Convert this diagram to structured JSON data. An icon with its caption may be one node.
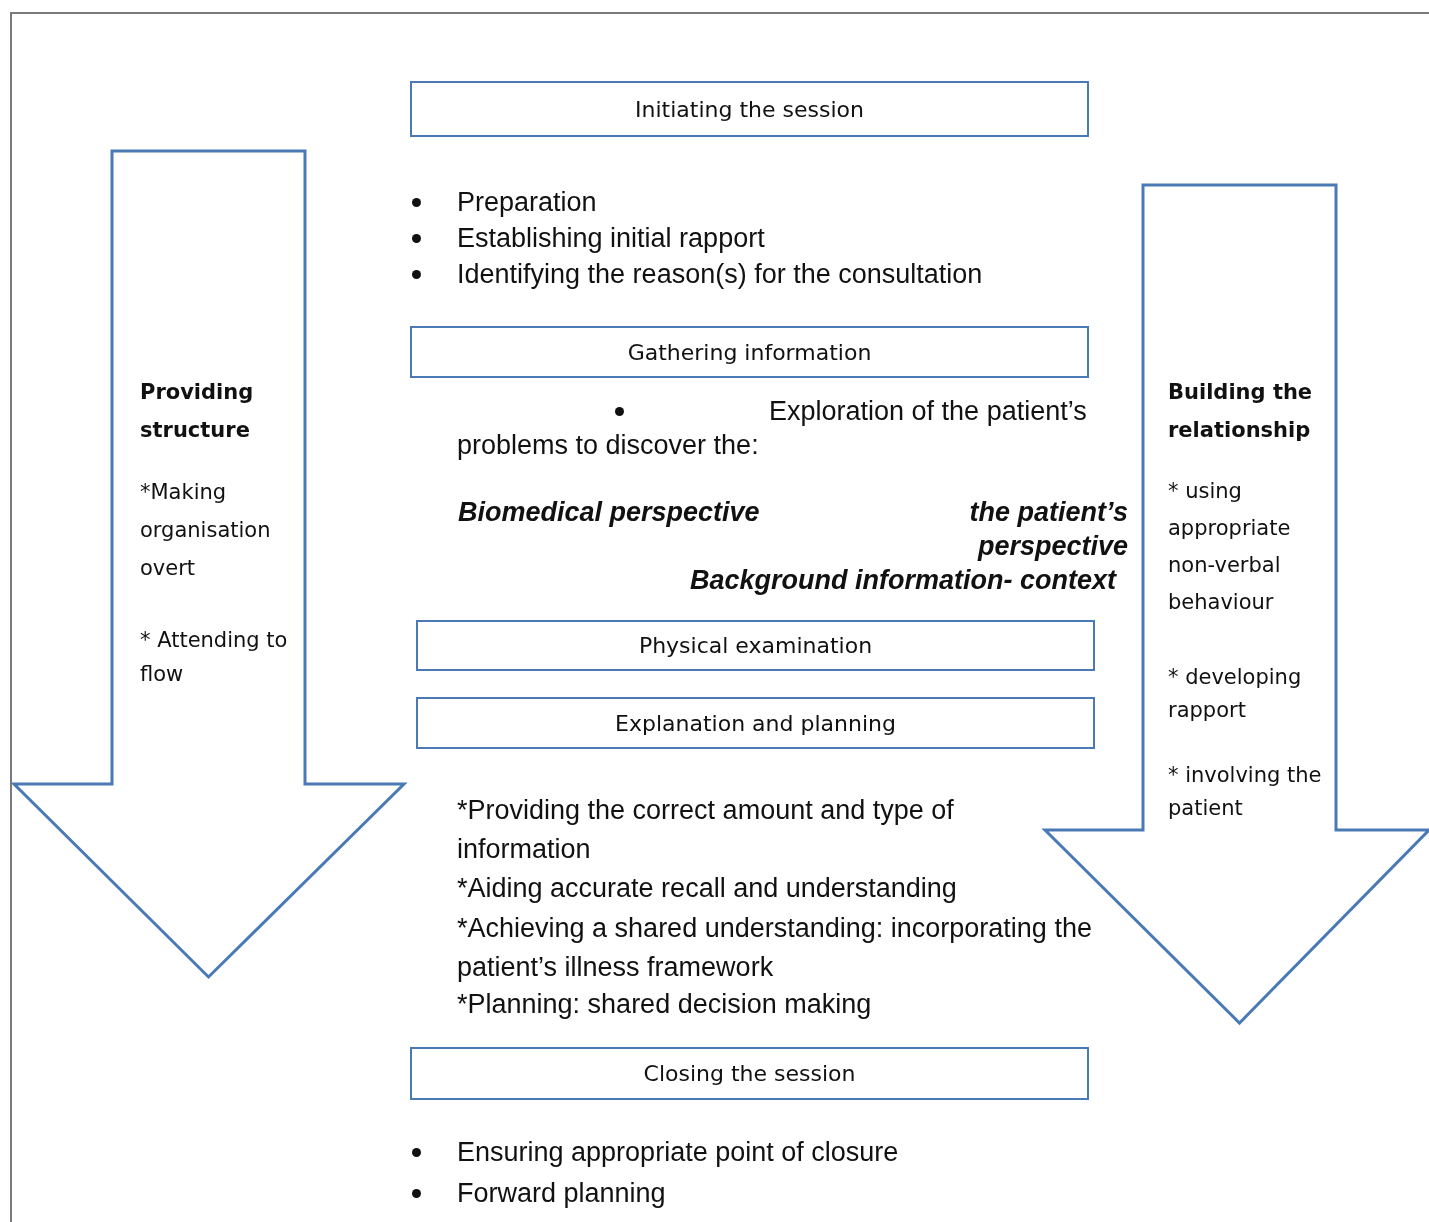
{
  "diagram": {
    "nodes": [
      {
        "text": [
          "Initiating the session"
        ]
      },
      {
        "text": [
          "Gathering information"
        ]
      },
      {
        "text": [
          "Physical examination"
        ]
      },
      {
        "text": [
          "Explanation and planning"
        ]
      },
      {
        "text": [
          "Closing the session"
        ]
      },
      {
        "text": [
          "Providing structure",
          "*Making organisation overt",
          "* Attending to flow"
        ]
      },
      {
        "text": [
          "Building the relationship",
          "* using appropriate non-verbal behaviour",
          "* developing rapport",
          "* involving the patient"
        ]
      }
    ],
    "labels": [
      "Preparation",
      "Establishing initial rapport",
      "Identifying the reason(s) for the consultation",
      "Exploration of the patient’s problems to discover the:",
      "Biomedical perspective",
      "the patient’s perspective",
      "Background information- context",
      "*Providing the correct amount and type of information",
      "*Aiding accurate recall and understanding",
      "*Achieving a shared understanding: incorporating the patient’s illness framework",
      "*Planning: shared decision making",
      "Ensuring appropriate point of closure",
      "Forward planning"
    ]
  }
}
